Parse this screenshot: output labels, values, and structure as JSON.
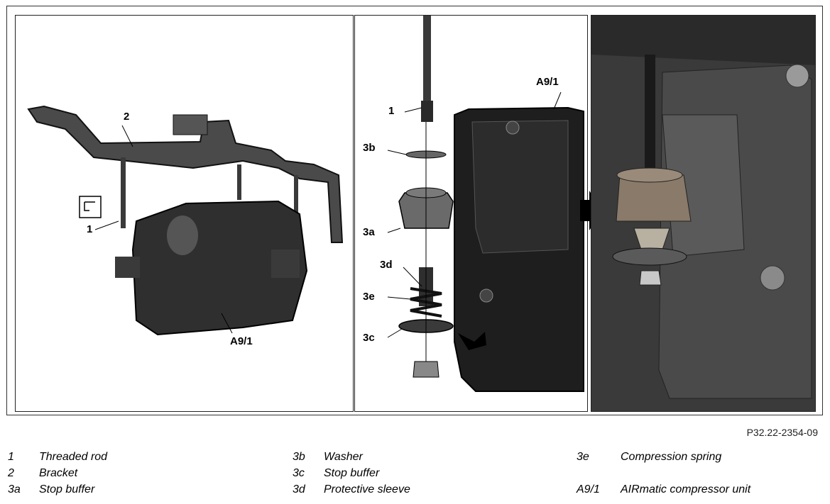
{
  "figure": {
    "reference": "P32.22-2354-09",
    "panel_left_labels": [
      "2",
      "1",
      "A9/1"
    ],
    "panel_middle_labels": [
      "A9/1",
      "1",
      "3b",
      "3a",
      "3d",
      "3e",
      "3c"
    ]
  },
  "legend": {
    "col1": [
      {
        "code": "1",
        "text": "Threaded rod"
      },
      {
        "code": "2",
        "text": "Bracket"
      },
      {
        "code": "3a",
        "text": "Stop buffer"
      }
    ],
    "col2": [
      {
        "code": "3b",
        "text": "Washer"
      },
      {
        "code": "3c",
        "text": "Stop buffer"
      },
      {
        "code": "3d",
        "text": "Protective sleeve"
      }
    ],
    "col3": [
      {
        "code": "3e",
        "text": "Compression spring"
      },
      {
        "code": "",
        "text": ""
      },
      {
        "code": "A9/1",
        "text": "AIRmatic compressor unit"
      }
    ]
  }
}
